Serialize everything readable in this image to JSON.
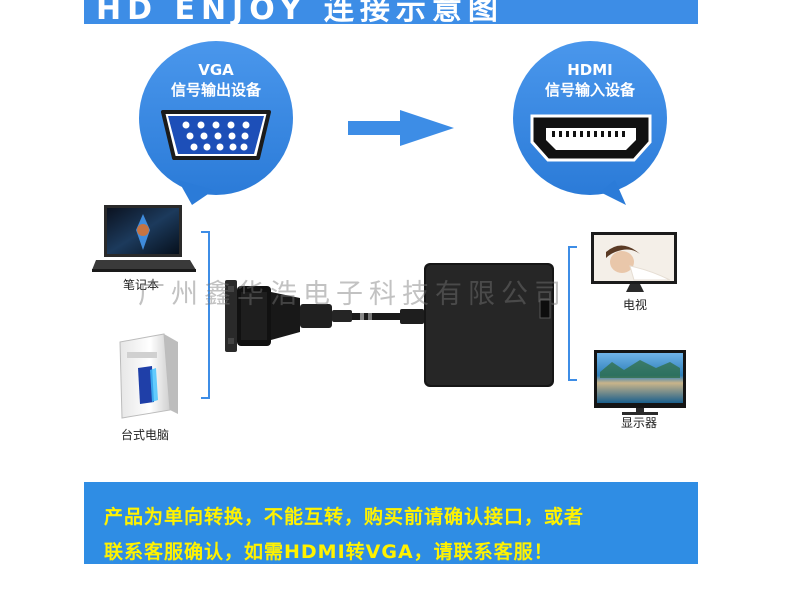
{
  "banner": {
    "title": "HD ENJOY 连接示意图"
  },
  "source": {
    "line1": "VGA",
    "line2": "信号输出设备"
  },
  "target": {
    "line1": "HDMI",
    "line2": "信号输入设备"
  },
  "devices": {
    "laptop": "笔记本",
    "desktop": "台式电脑",
    "tv": "电视",
    "monitor": "显示器"
  },
  "watermark": "广州鑫华浩电子科技有限公司",
  "notice": {
    "line1": "产品为单向转换，不能互转，购买前请确认接口，或者",
    "line2": "联系客服确认，如需HDMI转VGA，请联系客服！"
  },
  "colors": {
    "accent": "#3d8de6",
    "notice_text": "#fff200"
  }
}
